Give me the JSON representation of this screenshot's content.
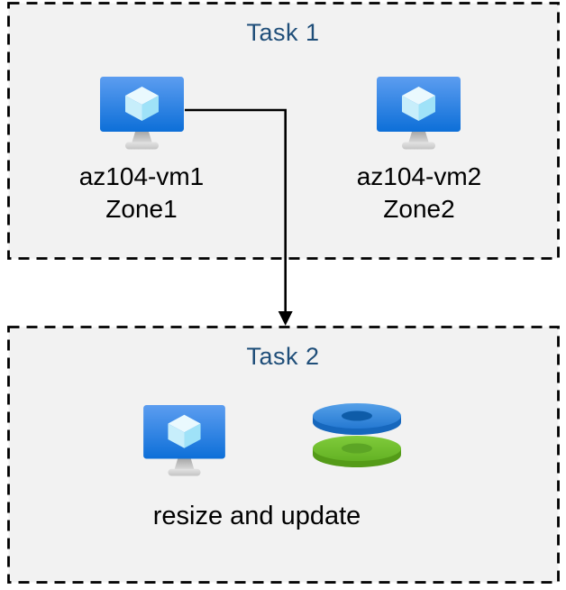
{
  "background": "#FFFFFF",
  "task1": {
    "title": "Task 1",
    "vms": [
      {
        "name": "az104-vm1",
        "zone": "Zone1"
      },
      {
        "name": "az104-vm2",
        "zone": "Zone2"
      }
    ]
  },
  "task2": {
    "title": "Task 2",
    "caption": "resize and update"
  },
  "icons": {
    "vm": "azure-virtual-machine-icon",
    "disks": "azure-managed-disks-icon",
    "arrow": "arrow-down"
  },
  "colors": {
    "title_text": "#1F4E79",
    "label_text": "#000000",
    "box_fill": "#F2F2F2",
    "box_border": "#000000",
    "arrow": "#000000",
    "vm_screen_top": "#5C9DF0",
    "vm_screen_bottom": "#0D6FD8",
    "cube_top_face": "#EAF9FE",
    "cube_left_face": "#C7EEFB",
    "cube_right_face": "#9FE2F8",
    "stand_dark": "#A8A8A8",
    "stand_light": "#DCDCDC",
    "disk_blue_top": "#2F87DF",
    "disk_blue_side": "#1667BD",
    "disk_blue_hole": "#0E5CA8",
    "disk_green_top": "#6CBE2B",
    "disk_green_side": "#549B18",
    "disk_green_hole": "#5CA525"
  }
}
